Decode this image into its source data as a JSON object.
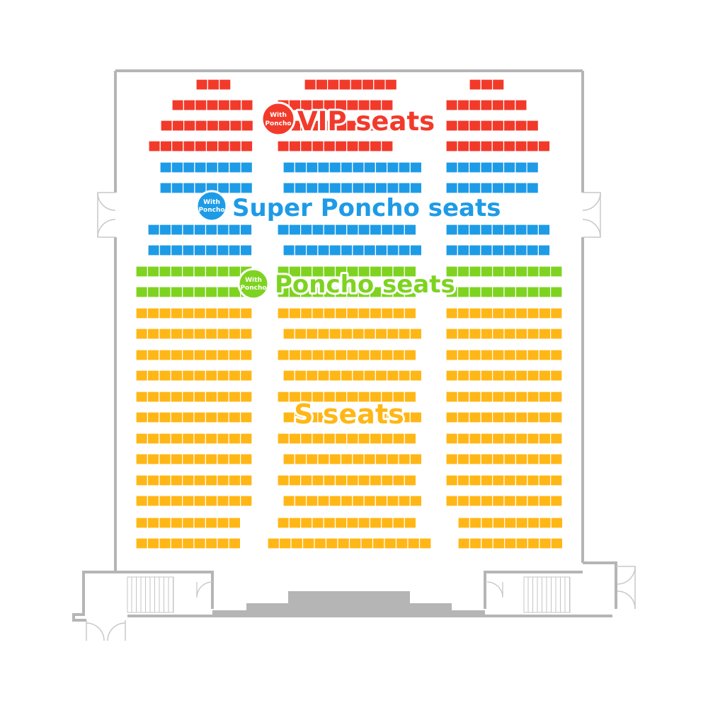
{
  "colors": {
    "vip": "#f23a2b",
    "super_poncho": "#1e9be6",
    "poncho": "#7ed321",
    "s": "#ffb717",
    "wall": "#b5b5b5",
    "stage": "#b5b5b5"
  },
  "sections": [
    {
      "key": "vip",
      "title": "VIP seats",
      "badge_line1": "With",
      "badge_line2": "Poncho",
      "color": "#f23a2b"
    },
    {
      "key": "super_poncho",
      "title": "Super Poncho seats",
      "badge_line1": "With",
      "badge_line2": "Poncho",
      "color": "#1e9be6"
    },
    {
      "key": "poncho",
      "title": "Poncho seats",
      "badge_line1": "With",
      "badge_line2": "Poncho",
      "color": "#7ed321"
    },
    {
      "key": "s",
      "title": "S seats",
      "color": "#ffb717"
    }
  ],
  "seat_rows": [
    {
      "section": "vip",
      "seats": [
        3,
        8,
        3
      ]
    },
    {
      "section": "vip",
      "seats": [
        7,
        10,
        7
      ]
    },
    {
      "section": "vip",
      "seats": [
        8,
        10,
        8
      ]
    },
    {
      "section": "vip",
      "seats": [
        9,
        10,
        9
      ]
    },
    {
      "section": "super_poncho",
      "seats": [
        8,
        12,
        8
      ]
    },
    {
      "section": "super_poncho",
      "seats": [
        8,
        12,
        8
      ]
    },
    {
      "section": "super_poncho",
      "seats": [
        9,
        12,
        9
      ]
    },
    {
      "section": "super_poncho",
      "seats": [
        9,
        12,
        9
      ]
    },
    {
      "section": "poncho",
      "seats": [
        10,
        12,
        10
      ]
    },
    {
      "section": "poncho",
      "seats": [
        10,
        12,
        10
      ]
    },
    {
      "section": "s",
      "seats": [
        10,
        12,
        10
      ]
    },
    {
      "section": "s",
      "seats": [
        10,
        12,
        10
      ]
    },
    {
      "section": "s",
      "seats": [
        10,
        12,
        10
      ]
    },
    {
      "section": "s",
      "seats": [
        10,
        12,
        10
      ]
    },
    {
      "section": "s",
      "seats": [
        10,
        12,
        10
      ]
    },
    {
      "section": "s",
      "seats": [
        10,
        12,
        10
      ]
    },
    {
      "section": "s",
      "seats": [
        10,
        12,
        10
      ]
    },
    {
      "section": "s",
      "seats": [
        10,
        12,
        10
      ]
    },
    {
      "section": "s",
      "seats": [
        10,
        12,
        10
      ]
    },
    {
      "section": "s",
      "seats": [
        10,
        12,
        10
      ]
    },
    {
      "section": "s",
      "seats": [
        9,
        12,
        9
      ]
    },
    {
      "section": "s",
      "seats": [
        9,
        14,
        9
      ]
    }
  ]
}
